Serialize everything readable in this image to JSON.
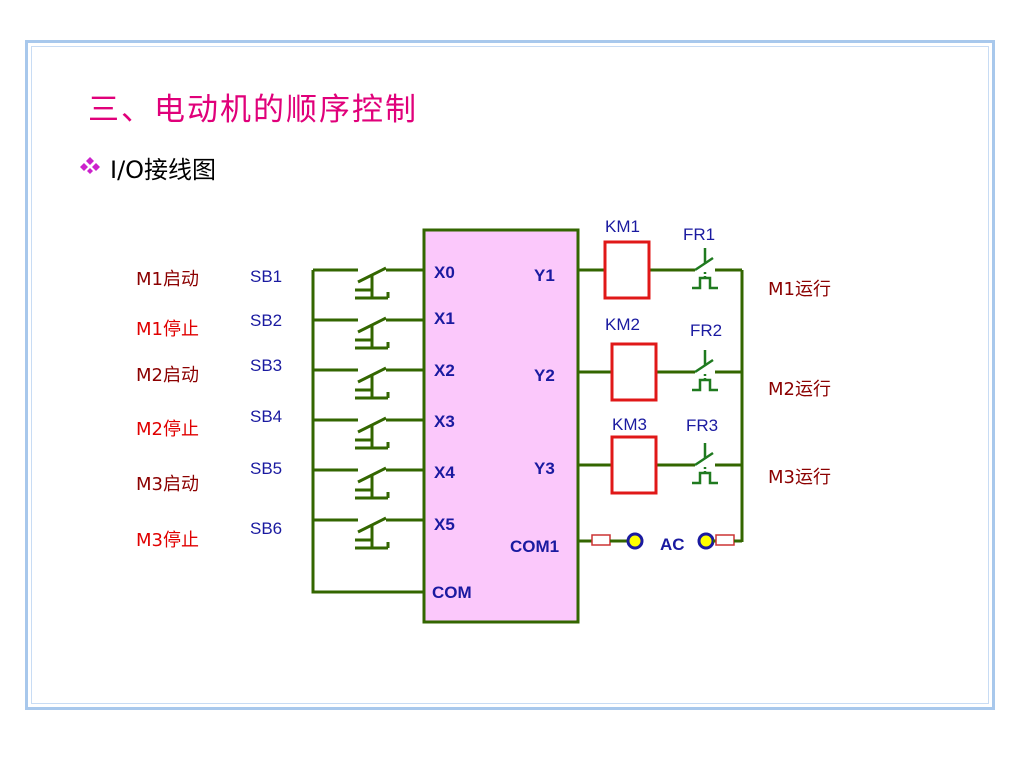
{
  "title": "三、电动机的顺序控制",
  "subtitle": "I/O接线图",
  "colors": {
    "accent_title": "#e0007a",
    "wire": "#336600",
    "label_blue": "#1a1aa0",
    "label_red": "#e00000",
    "label_darkred": "#8b0000",
    "plc_fill": "#fbc8fb",
    "coil": "#e01818",
    "thermal": "#1f7a1f",
    "terminal_fill": "#ffff00"
  },
  "inputs": [
    {
      "function": "M1启动",
      "button": "SB1",
      "terminal": "X0"
    },
    {
      "function": "M1停止",
      "button": "SB2",
      "terminal": "X1"
    },
    {
      "function": "M2启动",
      "button": "SB3",
      "terminal": "X2"
    },
    {
      "function": "M2停止",
      "button": "SB4",
      "terminal": "X3"
    },
    {
      "function": "M3启动",
      "button": "SB5",
      "terminal": "X4"
    },
    {
      "function": "M3停止",
      "button": "SB6",
      "terminal": "X5"
    }
  ],
  "input_common": "COM",
  "outputs": [
    {
      "terminal": "Y1",
      "coil": "KM1",
      "relay": "FR1",
      "function": "M1运行"
    },
    {
      "terminal": "Y2",
      "coil": "KM2",
      "relay": "FR2",
      "function": "M2运行"
    },
    {
      "terminal": "Y3",
      "coil": "KM3",
      "relay": "FR3",
      "function": "M3运行"
    }
  ],
  "output_common": "COM1",
  "supply": "AC",
  "icons": {
    "bullet": "diamond-bullet-icon"
  }
}
